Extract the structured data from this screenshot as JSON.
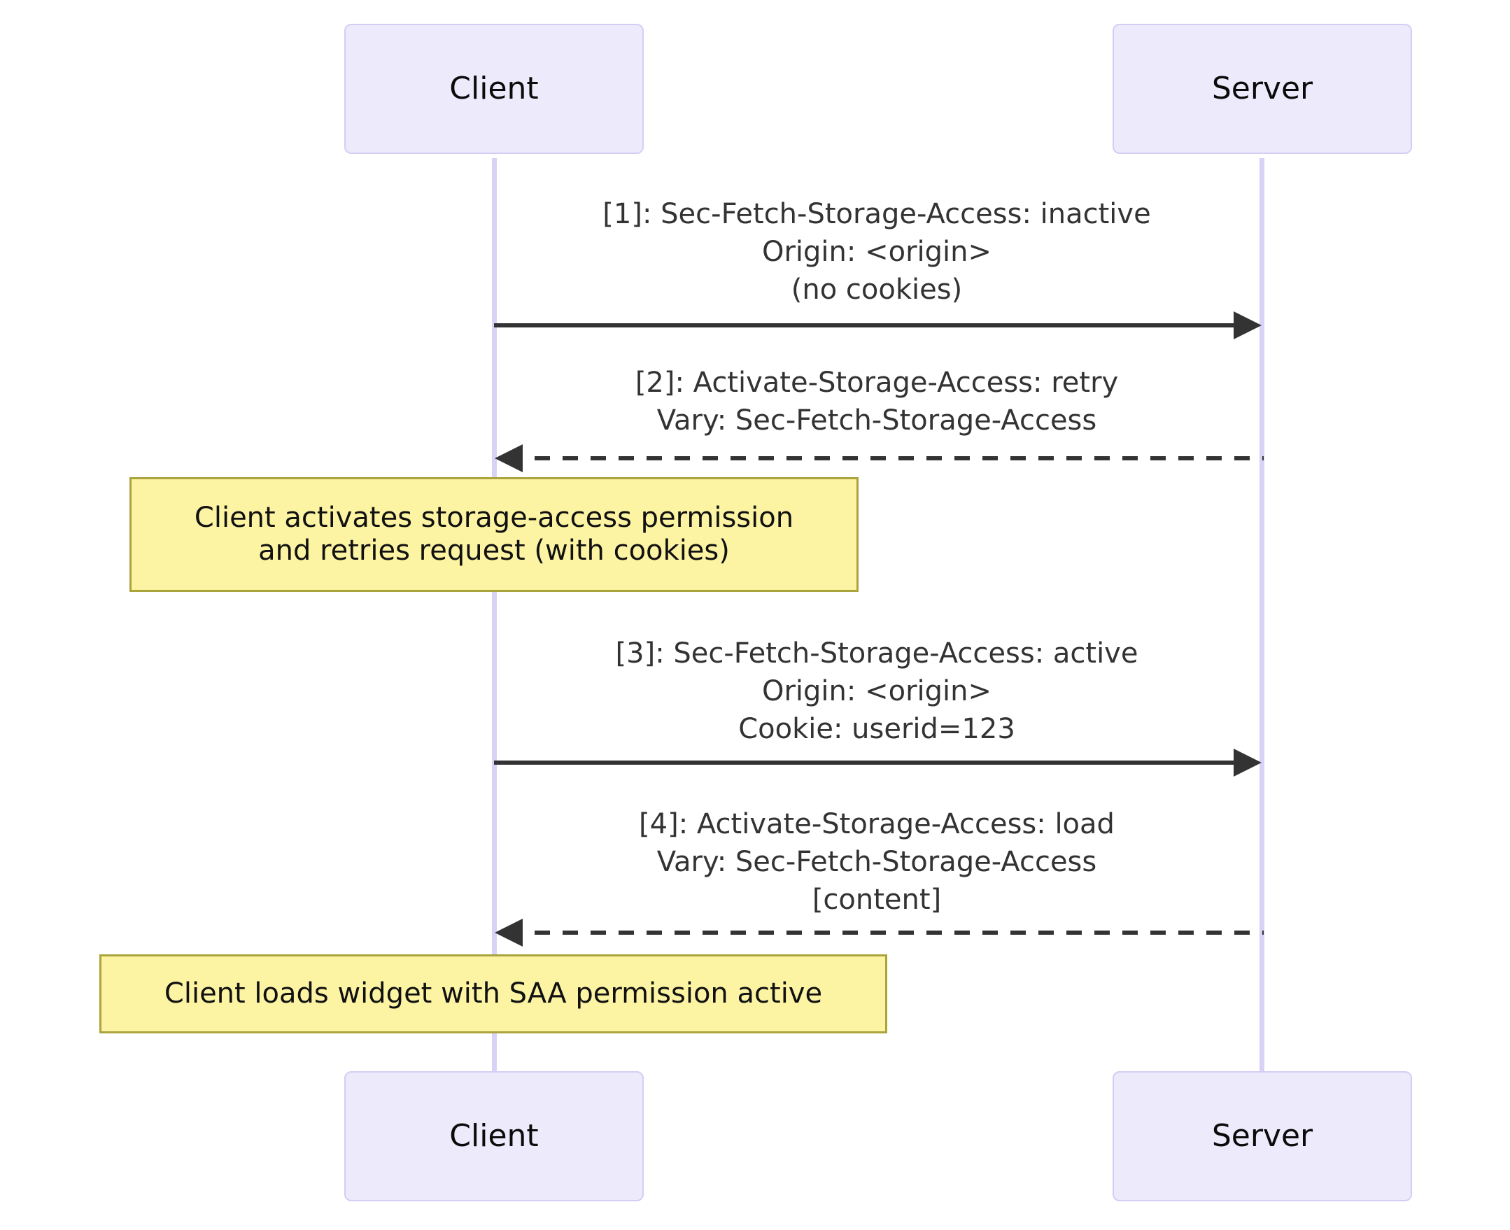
{
  "diagram": {
    "type": "sequence-diagram",
    "background_color": "#ffffff",
    "actor_fill": "#ECEAFB",
    "actor_border": "#D6CDF5",
    "lifeline_color": "#D9D2F6",
    "note_fill": "#FCF4A3",
    "note_border": "#ABA33C",
    "arrow_color": "#333333"
  },
  "actors": {
    "client": {
      "label": "Client",
      "label_bottom": "Client"
    },
    "server": {
      "label": "Server",
      "label_bottom": "Server"
    }
  },
  "messages": [
    {
      "index": "[1]",
      "direction": "client-to-server",
      "style": "solid",
      "lines": [
        "[1]: Sec-Fetch-Storage-Access: inactive",
        "Origin: <origin>",
        "(no cookies)"
      ]
    },
    {
      "index": "[2]",
      "direction": "server-to-client",
      "style": "dashed",
      "lines": [
        "[2]: Activate-Storage-Access: retry",
        "Vary: Sec-Fetch-Storage-Access"
      ]
    },
    {
      "index": "[3]",
      "direction": "client-to-server",
      "style": "solid",
      "lines": [
        "[3]: Sec-Fetch-Storage-Access: active",
        "Origin: <origin>",
        "Cookie: userid=123"
      ]
    },
    {
      "index": "[4]",
      "direction": "server-to-client",
      "style": "dashed",
      "lines": [
        "[4]: Activate-Storage-Access: load",
        "Vary: Sec-Fetch-Storage-Access",
        "[content]"
      ]
    }
  ],
  "notes": [
    {
      "id": "note-1",
      "over": "client",
      "text": "Client activates storage-access permission\nand retries request (with cookies)"
    },
    {
      "id": "note-2",
      "over": "client",
      "text": "Client loads widget with SAA permission active"
    }
  ]
}
